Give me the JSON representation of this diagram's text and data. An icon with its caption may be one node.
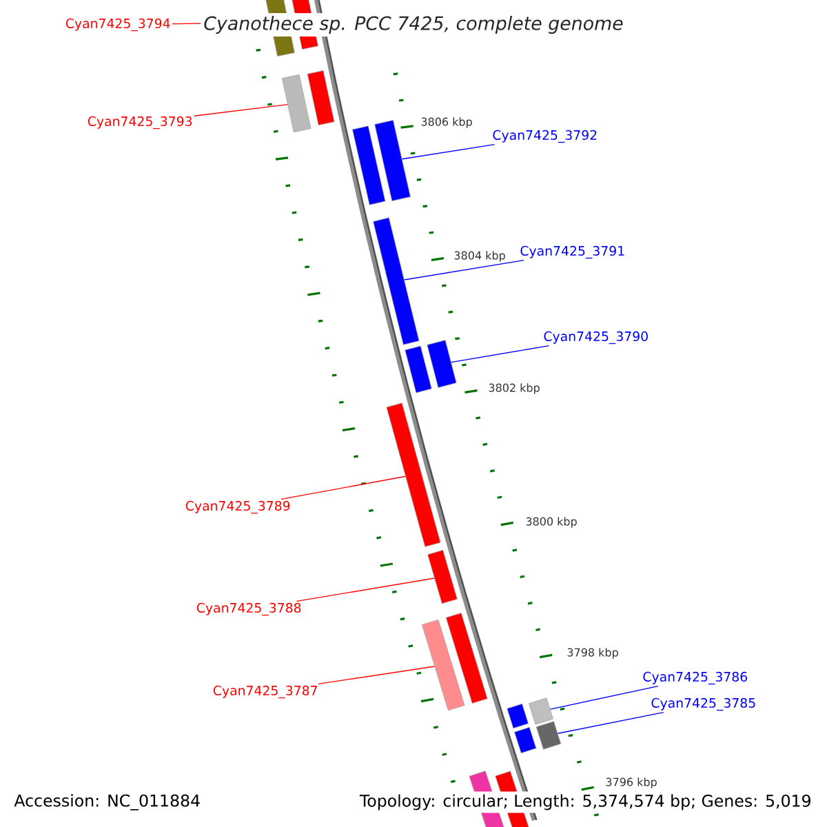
{
  "diagram": {
    "title": "Cyanothece sp. PCC 7425, complete genome",
    "nodes": [
      {
        "text": [
          "Cyan7425_3794"
        ]
      },
      {
        "text": [],
        "shape": "bar"
      },
      {
        "text": [],
        "shape": "bar"
      },
      {
        "text": [],
        "shape": "bar"
      },
      {
        "text": [],
        "shape": "bar"
      },
      {
        "text": [
          "Cyan7425_3793"
        ]
      },
      {
        "text": [],
        "shape": "bar"
      },
      {
        "text": [],
        "shape": "bar"
      },
      {
        "text": [
          "Cyan7425_3792"
        ]
      },
      {
        "text": [],
        "shape": "bar"
      },
      {
        "text": [
          "Cyan7425_3791"
        ]
      },
      {
        "text": [],
        "shape": "bar"
      },
      {
        "text": [],
        "shape": "bar"
      },
      {
        "text": [
          "Cyan7425_3790"
        ]
      },
      {
        "text": [],
        "shape": "bar"
      },
      {
        "text": [
          "Cyan7425_3789"
        ]
      },
      {
        "text": [],
        "shape": "bar"
      },
      {
        "text": [
          "Cyan7425_3788"
        ]
      },
      {
        "text": [],
        "shape": "bar"
      },
      {
        "text": [],
        "shape": "bar"
      },
      {
        "text": [
          "Cyan7425_3787"
        ]
      },
      {
        "text": [
          "Cyan7425_3786"
        ]
      },
      {
        "text": [
          "Cyan7425_3785"
        ]
      },
      {
        "text": [],
        "shape": "bar"
      },
      {
        "text": [],
        "shape": "bar"
      },
      {
        "text": [],
        "shape": "bar"
      },
      {
        "text": [],
        "shape": "bar"
      },
      {
        "text": [],
        "shape": "bar"
      },
      {
        "text": [],
        "shape": "bar"
      }
    ],
    "edges": [
      {
        "from": 0,
        "to": 1,
        "arrow": "none",
        "color": "#ff0000"
      },
      {
        "from": 5,
        "to": 3,
        "arrow": "none",
        "color": "#ff0000"
      },
      {
        "from": 8,
        "to": 7,
        "arrow": "none",
        "color": "#0000ff"
      },
      {
        "from": 10,
        "to": 9,
        "arrow": "none",
        "color": "#0000ff"
      },
      {
        "from": 13,
        "to": 12,
        "arrow": "none",
        "color": "#0000ff"
      },
      {
        "from": 15,
        "to": 14,
        "arrow": "none",
        "color": "#ff0000"
      },
      {
        "from": 17,
        "to": 16,
        "arrow": "none",
        "color": "#ff0000"
      },
      {
        "from": 20,
        "to": 18,
        "arrow": "none",
        "color": "#ff0000"
      },
      {
        "from": 21,
        "to": 25,
        "arrow": "none",
        "color": "#0000ff"
      },
      {
        "from": 22,
        "to": 26,
        "arrow": "none",
        "color": "#0000ff"
      }
    ],
    "labels": [
      "3806 kbp",
      "3804 kbp",
      "3802 kbp",
      "3800 kbp",
      "3798 kbp",
      "3796 kbp",
      "Accession: NC_011884",
      "Topology: circular; Length: 5,374,574 bp; Genes: 5,019"
    ]
  }
}
